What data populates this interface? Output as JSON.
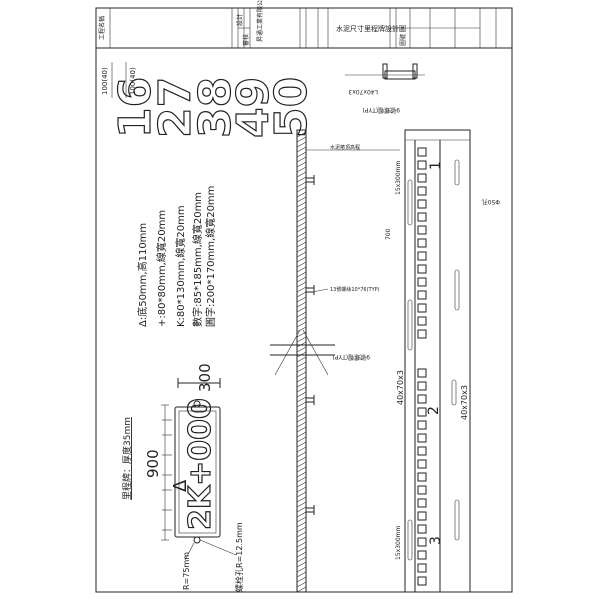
{
  "title_block": {
    "company": "昇通工業有限公司",
    "drawing_title": "水泥尺寸里程牌設計圖",
    "field_labels": [
      "工程名稱",
      "設計",
      "審核",
      "圖號"
    ]
  },
  "number_samples": [
    "16",
    "27",
    "38",
    "49",
    "50"
  ],
  "number_height_label": "100(40)",
  "specs": [
    "Δ:底50mm,高110mm",
    "+:80*80mm,線寬20mm",
    "K:80*130mm,線寬20mm",
    "數字:85*185mm,線寬20mm",
    "圓字:200*170mm,線寬20mm"
  ],
  "plate": {
    "text": "2K+000",
    "triangle": "Δ",
    "width_dim": "300",
    "length_dim": "900",
    "title": "里程牌：厚度35mm",
    "corner_radius": "R=75mm",
    "bolt_hole": "螺栓孔R=12.5mm"
  },
  "post_details": {
    "bolt_label": "13號螺絲10*76(TYP)",
    "top_label": "水泥樁頂高程",
    "nut_label": "9號螺帽(TYP)",
    "angle_label_1": "L40x70x3",
    "angle_label_2": "40x70x3",
    "angle_label_3": "40x70x3",
    "spacing_1": "15x300mm",
    "spacing_2": "700",
    "spacing_3": "15x300mm",
    "hole_label": "Φ50孔",
    "circled": [
      "1",
      "2",
      "3"
    ]
  }
}
